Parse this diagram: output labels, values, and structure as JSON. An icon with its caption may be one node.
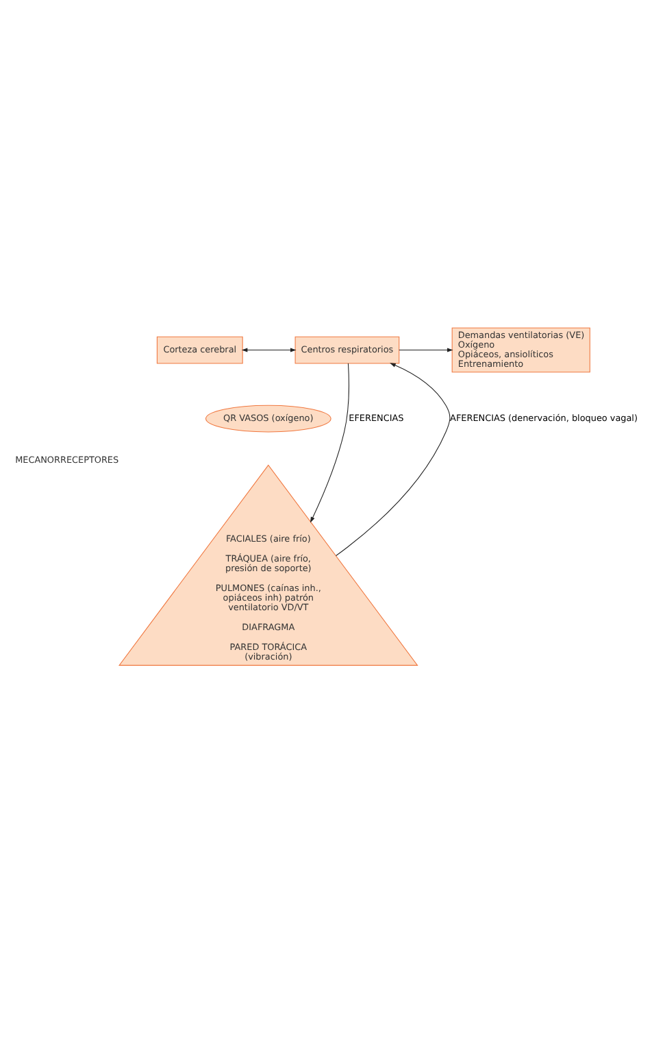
{
  "diagram": {
    "nodes": [
      {
        "text": [
          "Corteza cerebral"
        ]
      },
      {
        "text": [
          "Centros respiratorios"
        ]
      },
      {
        "text": [
          "Demandas ventilatorias (VE)",
          "Oxígeno",
          "Opiáceos, ansiolíticos",
          "Entrenamiento"
        ]
      },
      {
        "text": [
          "QR VASOS (oxígeno)"
        ]
      },
      {
        "text": [
          "FACIALES (aire frío)",
          "TRÁQUEA (aire frío, presión de soporte)",
          "PULMONES (caínas inh., opiáceos inh) patrón ventilatorio VD/VT",
          "DIAFRAGMA",
          "PARED TORÁCICA (vibración)"
        ],
        "beside": [
          "MECANORRECEPTORES"
        ]
      }
    ],
    "edges": [
      {
        "from": 0,
        "to": 1,
        "arrow": "both"
      },
      {
        "from": 1,
        "to": 2,
        "arrow": "to"
      },
      {
        "from": 4,
        "to": 1,
        "arrow": "to",
        "label": "AFERENCIAS (denervación, bloqueo vagal)"
      },
      {
        "from": 1,
        "to": 4,
        "arrow": "to",
        "label": "EFERENCIAS"
      }
    ]
  }
}
